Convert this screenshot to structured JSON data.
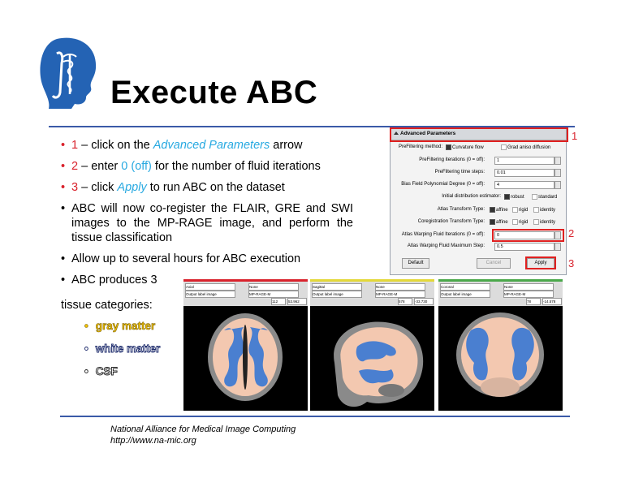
{
  "title": "Execute ABC",
  "bullets": {
    "b1": {
      "num": "1",
      "pre": " – click on the ",
      "link": "Advanced Parameters",
      "post": " arrow"
    },
    "b2": {
      "num": "2",
      "pre": " – enter ",
      "link": "0 (off)",
      "post": " for the number of fluid iterations"
    },
    "b3": {
      "num": "3",
      "pre": " – click ",
      "link": "Apply",
      "post": " to run ABC on the dataset"
    },
    "b4": "ABC will now co-register the FLAIR, GRE and SWI images to the MP-RAGE image, and perform the tissue classification",
    "b5": "Allow up to several hours for ABC execution",
    "b6": "ABC produces 3",
    "b6b": "tissue categories:",
    "sub": [
      "gray matter",
      "white matter",
      "CSF"
    ]
  },
  "footer": {
    "org": "National Alliance for Medical Image Computing",
    "url": "http://www.na-mic.org"
  },
  "panel": {
    "header": "Advanced Parameters",
    "prefilter_method_label": "PreFiltering method:",
    "prefilter_opt1": "Curvature flow",
    "prefilter_opt2": "Grad aniso diffusion",
    "prefilter_iter_label": "PreFiltering iterations (0 = off):",
    "prefilter_iter_value": "1",
    "prefilter_steps_label": "PreFiltering time steps:",
    "prefilter_steps_value": "0.01",
    "bias_label": "Bias Field Polynomial Degree (0 = off):",
    "bias_value": "4",
    "init_dist_label": "Initial distribution estimator:",
    "init_dist_opt1": "robust",
    "init_dist_opt2": "standard",
    "atlas_tf_label": "Atlas Transform Type:",
    "coreg_tf_label": "Coregistration Transform Type:",
    "tf_opts": [
      "affine",
      "rigid",
      "identity"
    ],
    "fluid_iter_label": "Atlas Warping Fluid Iterations (0 = off):",
    "fluid_iter_value": "0",
    "fluid_step_label": "Atlas Warping Fluid Maximum Step:",
    "fluid_step_value": "0.5",
    "btn_default": "Default",
    "btn_cancel": "Cancel",
    "btn_apply": "Apply"
  },
  "callouts": [
    "1",
    "2",
    "3"
  ],
  "viewers": [
    {
      "view": "Axial",
      "top_field": "None",
      "sub_left": "Output label image",
      "sub_right": "MP-RAGE-M",
      "slice": "112",
      "coord": "53.962",
      "color": "#d9232d"
    },
    {
      "view": "Sagittal",
      "top_field": "None",
      "sub_left": "Output label image",
      "sub_right": "MP-RAGE-M",
      "slice": "578",
      "coord": "-33.730",
      "color": "#e3d83a"
    },
    {
      "view": "Coronal",
      "top_field": "None",
      "sub_left": "Output label image",
      "sub_right": "MP-RAGE-M",
      "slice": "78",
      "coord": "-14.578",
      "color": "#4aa84a"
    }
  ],
  "colors": {
    "accent_blue": "#3b5aa8",
    "red": "#d9232d",
    "cyan": "#27a9e1",
    "gray_matter": "#f2c300",
    "tissue_wm": "#4a7fd0",
    "tissue_gm": "#f3c8b0"
  }
}
